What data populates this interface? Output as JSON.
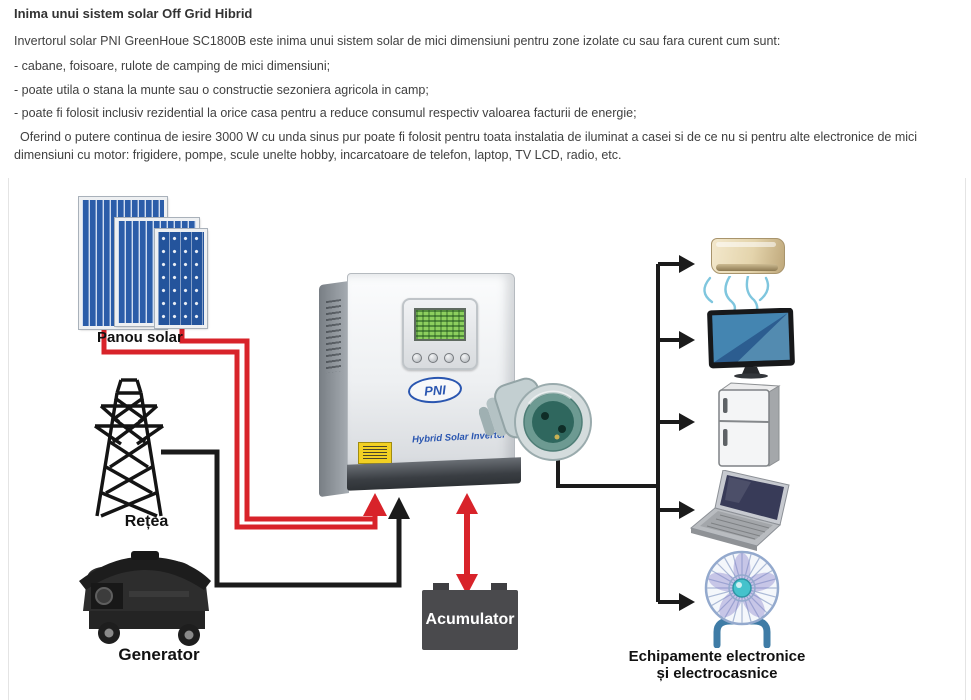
{
  "article": {
    "title": "Inima unui sistem solar Off Grid Hibrid",
    "paragraphs": [
      "Invertorul solar PNI GreenHoue SC1800B este inima unui sistem solar de mici dimensiuni pentru zone izolate cu sau fara curent cum sunt:",
      "- cabane, foisoare, rulote de camping de mici dimensiuni;",
      "- poate utila o stana la munte sau o constructie sezoniera agricola in camp;",
      "- poate fi folosit inclusiv rezidential la orice casa pentru a reduce consumul respectiv valoarea facturii de energie;",
      "Oferind o putere continua de iesire 3000 W cu unda sinus pur poate fi folosit pentru toata instalatia de iluminat a casei si de ce nu si pentru alte electronice de mici dimensiuni cu motor: frigidere, pompe, scule unelte hobby, incarcatoare de telefon, laptop, TV LCD, radio, etc."
    ]
  },
  "diagram": {
    "labels": {
      "solar_panel": "Panou solar",
      "grid": "Rețea",
      "generator": "Generator",
      "battery": "Acumulator",
      "equipment_line1": "Echipamente electronice",
      "equipment_line2": "și electrocasnice"
    },
    "inverter": {
      "brand": "PNI",
      "caption": "Hybrid Solar Inverter"
    },
    "devices": [
      "air-conditioner",
      "tv",
      "fridge",
      "laptop",
      "fan"
    ],
    "connections": [
      {
        "from": "Panou solar",
        "to": "invertor",
        "wire": "red",
        "direction": "one-way"
      },
      {
        "from": "Rețea / Generator",
        "to": "invertor",
        "wire": "black",
        "direction": "one-way"
      },
      {
        "from": "invertor",
        "to": "Acumulator",
        "wire": "red",
        "direction": "two-way"
      },
      {
        "from": "invertor (priza)",
        "to": "Echipamente electronice și electrocasnice",
        "wire": "black",
        "direction": "one-way"
      }
    ],
    "colors": {
      "wire_red": "#d8232a",
      "wire_black": "#1b1b1b",
      "panel_blue": "#2b5da9",
      "lcd_green": "#8ccf5e",
      "brand_blue": "#2a56b0",
      "caution_yellow": "#f2d023",
      "battery_gray": "#4a4a4d",
      "socket_teal": "#2f675e"
    }
  }
}
